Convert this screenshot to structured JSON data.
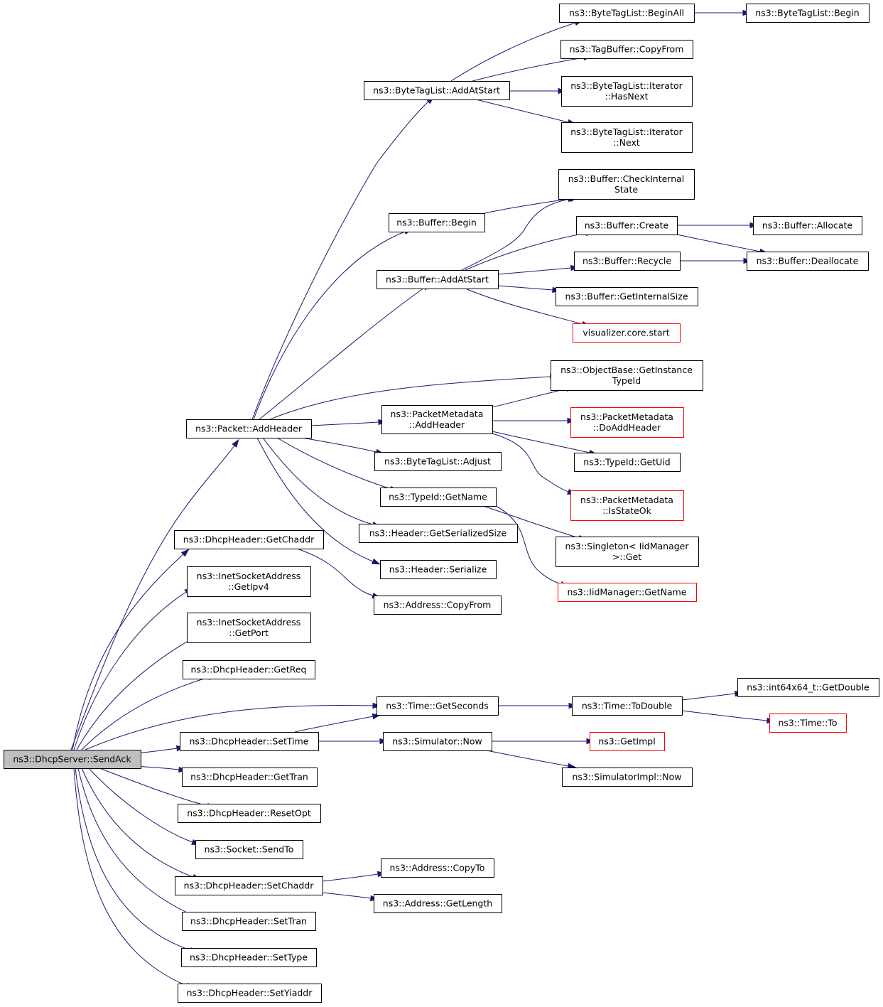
{
  "nodes": {
    "sendack": {
      "lines": [
        "ns3::DhcpServer::SendAck"
      ]
    },
    "addheader": {
      "lines": [
        "ns3::Packet::AddHeader"
      ]
    },
    "getchaddr": {
      "lines": [
        "ns3::DhcpHeader::GetChaddr"
      ]
    },
    "getipv4": {
      "lines": [
        "ns3::InetSocketAddress",
        "::GetIpv4"
      ]
    },
    "getport": {
      "lines": [
        "ns3::InetSocketAddress",
        "::GetPort"
      ]
    },
    "getreq": {
      "lines": [
        "ns3::DhcpHeader::GetReq"
      ]
    },
    "getseconds": {
      "lines": [
        "ns3::Time::GetSeconds"
      ]
    },
    "settime": {
      "lines": [
        "ns3::DhcpHeader::SetTime"
      ]
    },
    "gettran": {
      "lines": [
        "ns3::DhcpHeader::GetTran"
      ]
    },
    "resetopt": {
      "lines": [
        "ns3::DhcpHeader::ResetOpt"
      ]
    },
    "sendto": {
      "lines": [
        "ns3::Socket::SendTo"
      ]
    },
    "setchaddr": {
      "lines": [
        "ns3::DhcpHeader::SetChaddr"
      ]
    },
    "settran": {
      "lines": [
        "ns3::DhcpHeader::SetTran"
      ]
    },
    "settype": {
      "lines": [
        "ns3::DhcpHeader::SetType"
      ]
    },
    "setyiaddr": {
      "lines": [
        "ns3::DhcpHeader::SetYiaddr"
      ]
    },
    "btl_addatstart": {
      "lines": [
        "ns3::ByteTagList::AddAtStart"
      ]
    },
    "buf_begin": {
      "lines": [
        "ns3::Buffer::Begin"
      ]
    },
    "buf_addatstart": {
      "lines": [
        "ns3::Buffer::AddAtStart"
      ]
    },
    "pm_addheader": {
      "lines": [
        "ns3::PacketMetadata",
        "::AddHeader"
      ]
    },
    "btl_adjust": {
      "lines": [
        "ns3::ByteTagList::Adjust"
      ]
    },
    "tid_getname": {
      "lines": [
        "ns3::TypeId::GetName"
      ]
    },
    "hdr_getsersize": {
      "lines": [
        "ns3::Header::GetSerializedSize"
      ]
    },
    "hdr_serialize": {
      "lines": [
        "ns3::Header::Serialize"
      ]
    },
    "addr_copyfrom": {
      "lines": [
        "ns3::Address::CopyFrom"
      ]
    },
    "sim_now": {
      "lines": [
        "ns3::Simulator::Now"
      ]
    },
    "addr_copyto": {
      "lines": [
        "ns3::Address::CopyTo"
      ]
    },
    "addr_getlength": {
      "lines": [
        "ns3::Address::GetLength"
      ]
    },
    "btl_beginall": {
      "lines": [
        "ns3::ByteTagList::BeginAll"
      ]
    },
    "tb_copyfrom": {
      "lines": [
        "ns3::TagBuffer::CopyFrom"
      ]
    },
    "btl_hasnext": {
      "lines": [
        "ns3::ByteTagList::Iterator",
        "::HasNext"
      ]
    },
    "btl_next": {
      "lines": [
        "ns3::ByteTagList::Iterator",
        "::Next"
      ]
    },
    "buf_checkinternal": {
      "lines": [
        "ns3::Buffer::CheckInternal",
        "State"
      ]
    },
    "buf_create": {
      "lines": [
        "ns3::Buffer::Create"
      ]
    },
    "buf_recycle": {
      "lines": [
        "ns3::Buffer::Recycle"
      ]
    },
    "buf_getinternalsize": {
      "lines": [
        "ns3::Buffer::GetInternalSize"
      ]
    },
    "vis_start": {
      "lines": [
        "visualizer.core.start"
      ]
    },
    "ob_getinstance": {
      "lines": [
        "ns3::ObjectBase::GetInstance",
        "TypeId"
      ]
    },
    "pm_doaddheader": {
      "lines": [
        "ns3::PacketMetadata",
        "::DoAddHeader"
      ]
    },
    "tid_getuid": {
      "lines": [
        "ns3::TypeId::GetUid"
      ]
    },
    "pm_isstateok": {
      "lines": [
        "ns3::PacketMetadata",
        "::IsStateOk"
      ]
    },
    "singleton_get": {
      "lines": [
        "ns3::Singleton< IidManager",
        " >::Get"
      ]
    },
    "iid_getname": {
      "lines": [
        "ns3::IidManager::GetName"
      ]
    },
    "time_todouble": {
      "lines": [
        "ns3::Time::ToDouble"
      ]
    },
    "getimpl": {
      "lines": [
        "ns3::GetImpl"
      ]
    },
    "simimpl_now": {
      "lines": [
        "ns3::SimulatorImpl::Now"
      ]
    },
    "btl_begin": {
      "lines": [
        "ns3::ByteTagList::Begin"
      ]
    },
    "buf_allocate": {
      "lines": [
        "ns3::Buffer::Allocate"
      ]
    },
    "buf_deallocate": {
      "lines": [
        "ns3::Buffer::Deallocate"
      ]
    },
    "int64_getdouble": {
      "lines": [
        "ns3::int64x64_t::GetDouble"
      ]
    },
    "time_to": {
      "lines": [
        "ns3::Time::To"
      ]
    }
  },
  "colors": {
    "edge": "#191970",
    "root_fill": "#bfbfbf",
    "unresolved_border": "#ff0000"
  }
}
